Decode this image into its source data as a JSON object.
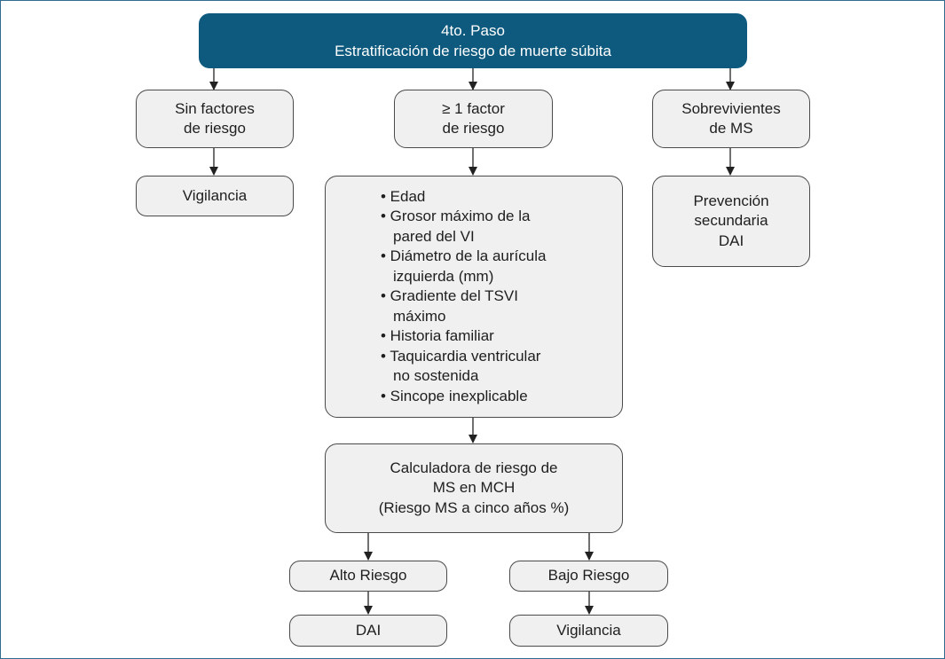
{
  "header": {
    "line1": "4to. Paso",
    "line2": "Estratificación de riesgo de muerte súbita"
  },
  "branches": {
    "left": {
      "title_lines": [
        "Sin factores",
        "de riesgo"
      ],
      "outcome": "Vigilancia"
    },
    "middle": {
      "title_lines": [
        "≥ 1 factor",
        "de riesgo"
      ],
      "factors": [
        [
          "• Edad"
        ],
        [
          "• Grosor máximo de la",
          "pared del VI"
        ],
        [
          "• Diámetro de la aurícula",
          "izquierda (mm)"
        ],
        [
          "• Gradiente del TSVI",
          "máximo"
        ],
        [
          "• Historia familiar"
        ],
        [
          "• Taquicardia ventricular",
          "no sostenida"
        ],
        [
          "• Sincope inexplicable"
        ]
      ]
    },
    "right": {
      "title_lines": [
        "Sobrevivientes",
        "de MS"
      ],
      "outcome_lines": [
        "Prevención",
        "secundaria",
        "DAI"
      ]
    }
  },
  "calculator": {
    "lines": [
      "Calculadora de riesgo de",
      "MS en MCH",
      "(Riesgo MS a cinco años %)"
    ]
  },
  "results": {
    "high": {
      "label": "Alto Riesgo",
      "outcome": "DAI"
    },
    "low": {
      "label": "Bajo Riesgo",
      "outcome": "Vigilancia"
    }
  },
  "colors": {
    "header_fill": "#0d5a7e",
    "box_fill": "#f0f0f1",
    "box_border": "#4a4a4a",
    "frame_border": "#2f6c8d"
  }
}
